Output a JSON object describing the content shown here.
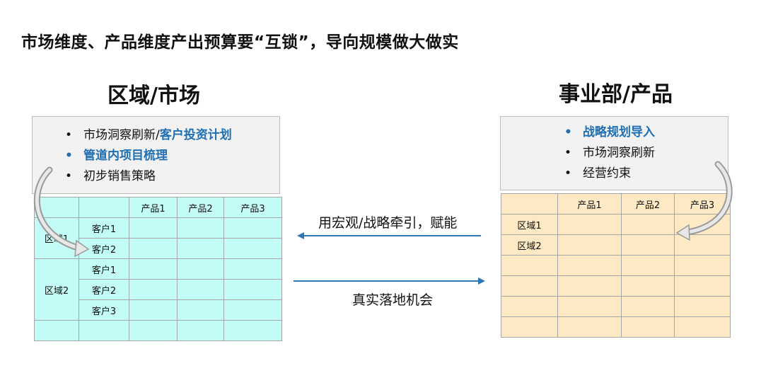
{
  "title": "市场维度、产品维度产出预算要“互锁”，导向规模做大做实",
  "left": {
    "heading": "区域/市场",
    "bullets": [
      {
        "prefix": "市场洞察刷新/",
        "highlight": "客户投资计划",
        "blue": false
      },
      {
        "prefix": "",
        "highlight": "管道内项目梳理",
        "blue": true
      },
      {
        "prefix": "初步销售策略",
        "highlight": "",
        "blue": false
      }
    ],
    "table": {
      "headers": [
        "产品1",
        "产品2",
        "产品3"
      ],
      "regions": [
        {
          "name": "区域1",
          "customers": [
            "客户1",
            "客户2"
          ]
        },
        {
          "name": "区域2",
          "customers": [
            "客户1",
            "客户2",
            "客户3"
          ]
        }
      ]
    }
  },
  "right": {
    "heading": "事业部/产品",
    "bullets": [
      {
        "text": "战略规划导入",
        "blue": true
      },
      {
        "text": "市场洞察刷新",
        "blue": false
      },
      {
        "text": "经营约束",
        "blue": false
      }
    ],
    "table": {
      "headers": [
        "产品1",
        "产品2",
        "产品3"
      ],
      "rows": [
        "区域1",
        "区域2",
        "",
        "",
        "",
        ""
      ]
    }
  },
  "arrows": {
    "top_label": "用宏观/战略牵引，赋能",
    "bottom_label": "真实落地机会"
  },
  "colors": {
    "blue_text": "#1f6fb2",
    "arrow": "#2e75b6",
    "left_table_fill": "#c3fbf7",
    "right_table_fill": "#fde9c4",
    "box_fill": "#f2f2f2"
  }
}
